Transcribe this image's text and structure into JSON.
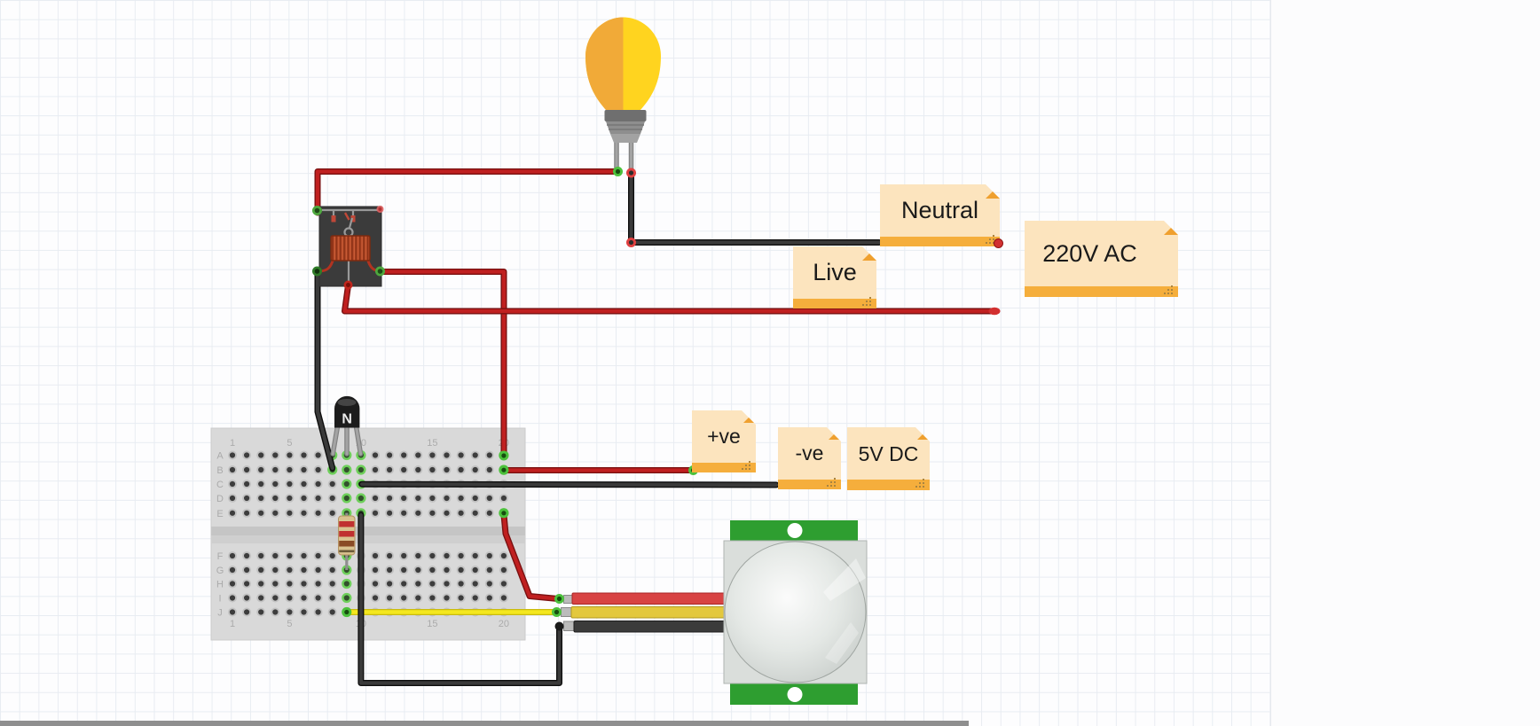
{
  "notes": {
    "neutral": {
      "text": "Neutral"
    },
    "ac": {
      "text": "220V AC"
    },
    "live": {
      "text": "Live"
    },
    "pos": {
      "text": "+ve"
    },
    "neg": {
      "text": "-ve"
    },
    "dc": {
      "text": "5V DC"
    }
  },
  "breadboard": {
    "rows_top": [
      "A",
      "B",
      "C",
      "D",
      "E"
    ],
    "rows_bottom": [
      "F",
      "G",
      "H",
      "I",
      "J"
    ],
    "cols": [
      "1",
      "5",
      "10",
      "15",
      "20"
    ]
  },
  "components": {
    "transistor_marking": "N"
  },
  "colors": {
    "wire_red": "#C02020",
    "wire_black": "#303030",
    "wire_yellow": "#F4E71E",
    "wire_gray_lead": "#9E9E9E",
    "connection_green": "#4CC13C",
    "connection_red": "#E04040",
    "note_fill": "#FCE4BE",
    "note_bar": "#F5AE3C",
    "note_fold": "#EFA02F",
    "breadboard_body": "#D9D9D9",
    "relay_body": "#3B3B3B",
    "relay_coil": "#B44A28",
    "transistor_body": "#1C1C1C",
    "resistor_body": "#D9C28F",
    "pir_green": "#2E9E30",
    "pir_body": "#DADEDB",
    "pir_cable_red": "#D84343",
    "pir_cable_yellow": "#E3C83D",
    "pir_cable_black": "#3B3B3B",
    "bulb_yellow": "#FFD41F",
    "bulb_amber": "#F1AA38",
    "grid_line": "#E8ECF2"
  }
}
